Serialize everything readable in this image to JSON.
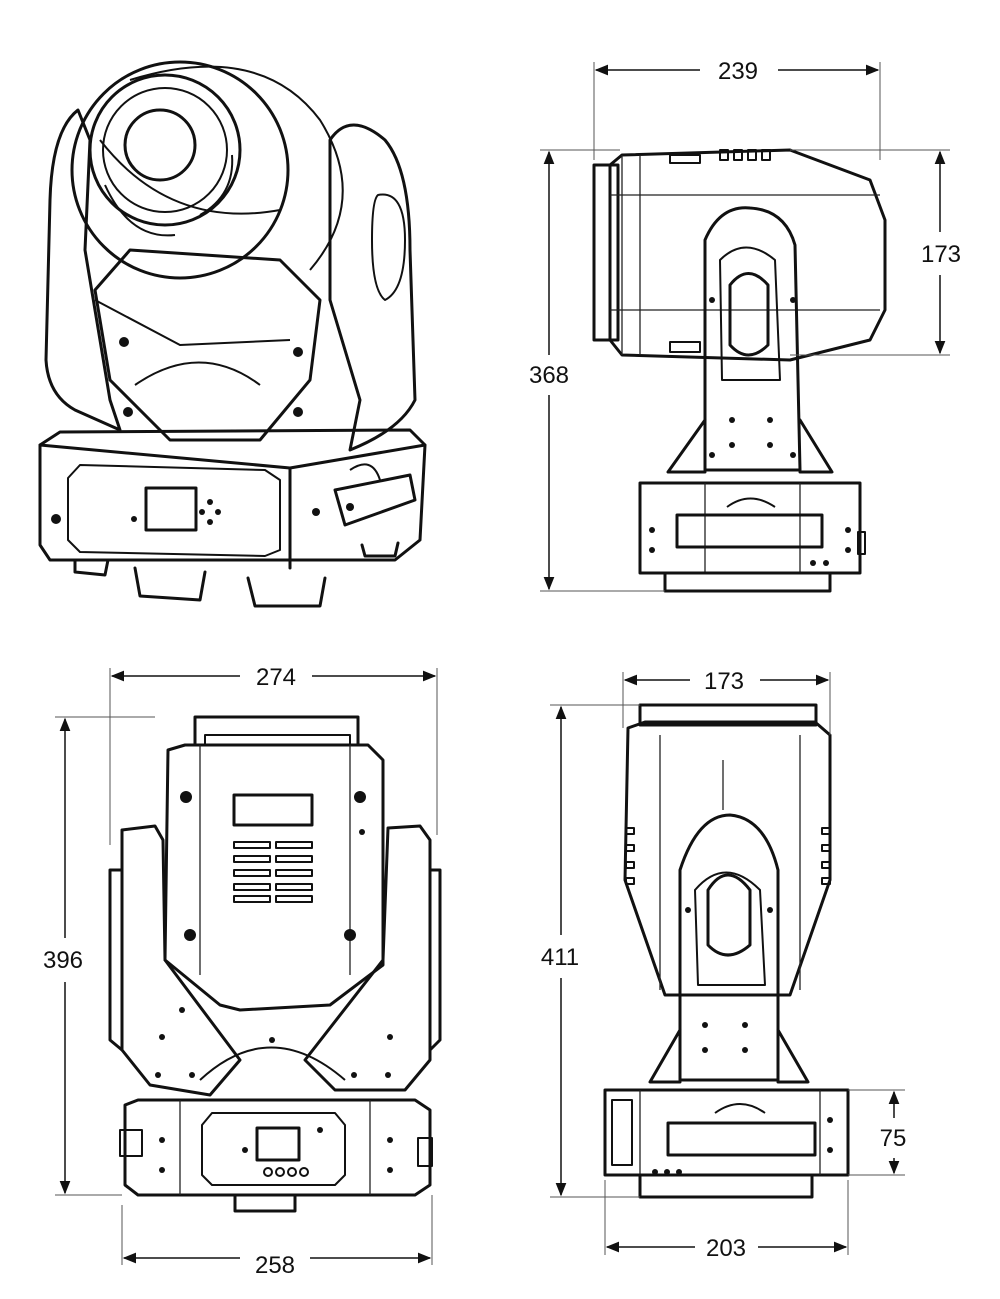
{
  "dimensions": {
    "side_width": "239",
    "side_head_height": "173",
    "side_total_height": "368",
    "front_width": "274",
    "front_height": "396",
    "front_base_width": "258",
    "rear_width": "173",
    "rear_height": "411",
    "rear_base_height": "75",
    "rear_base_width": "203"
  },
  "views": [
    "perspective-view",
    "side-view",
    "front-view",
    "rear-view"
  ],
  "colors": {
    "line": "#111111",
    "background": "#ffffff"
  }
}
